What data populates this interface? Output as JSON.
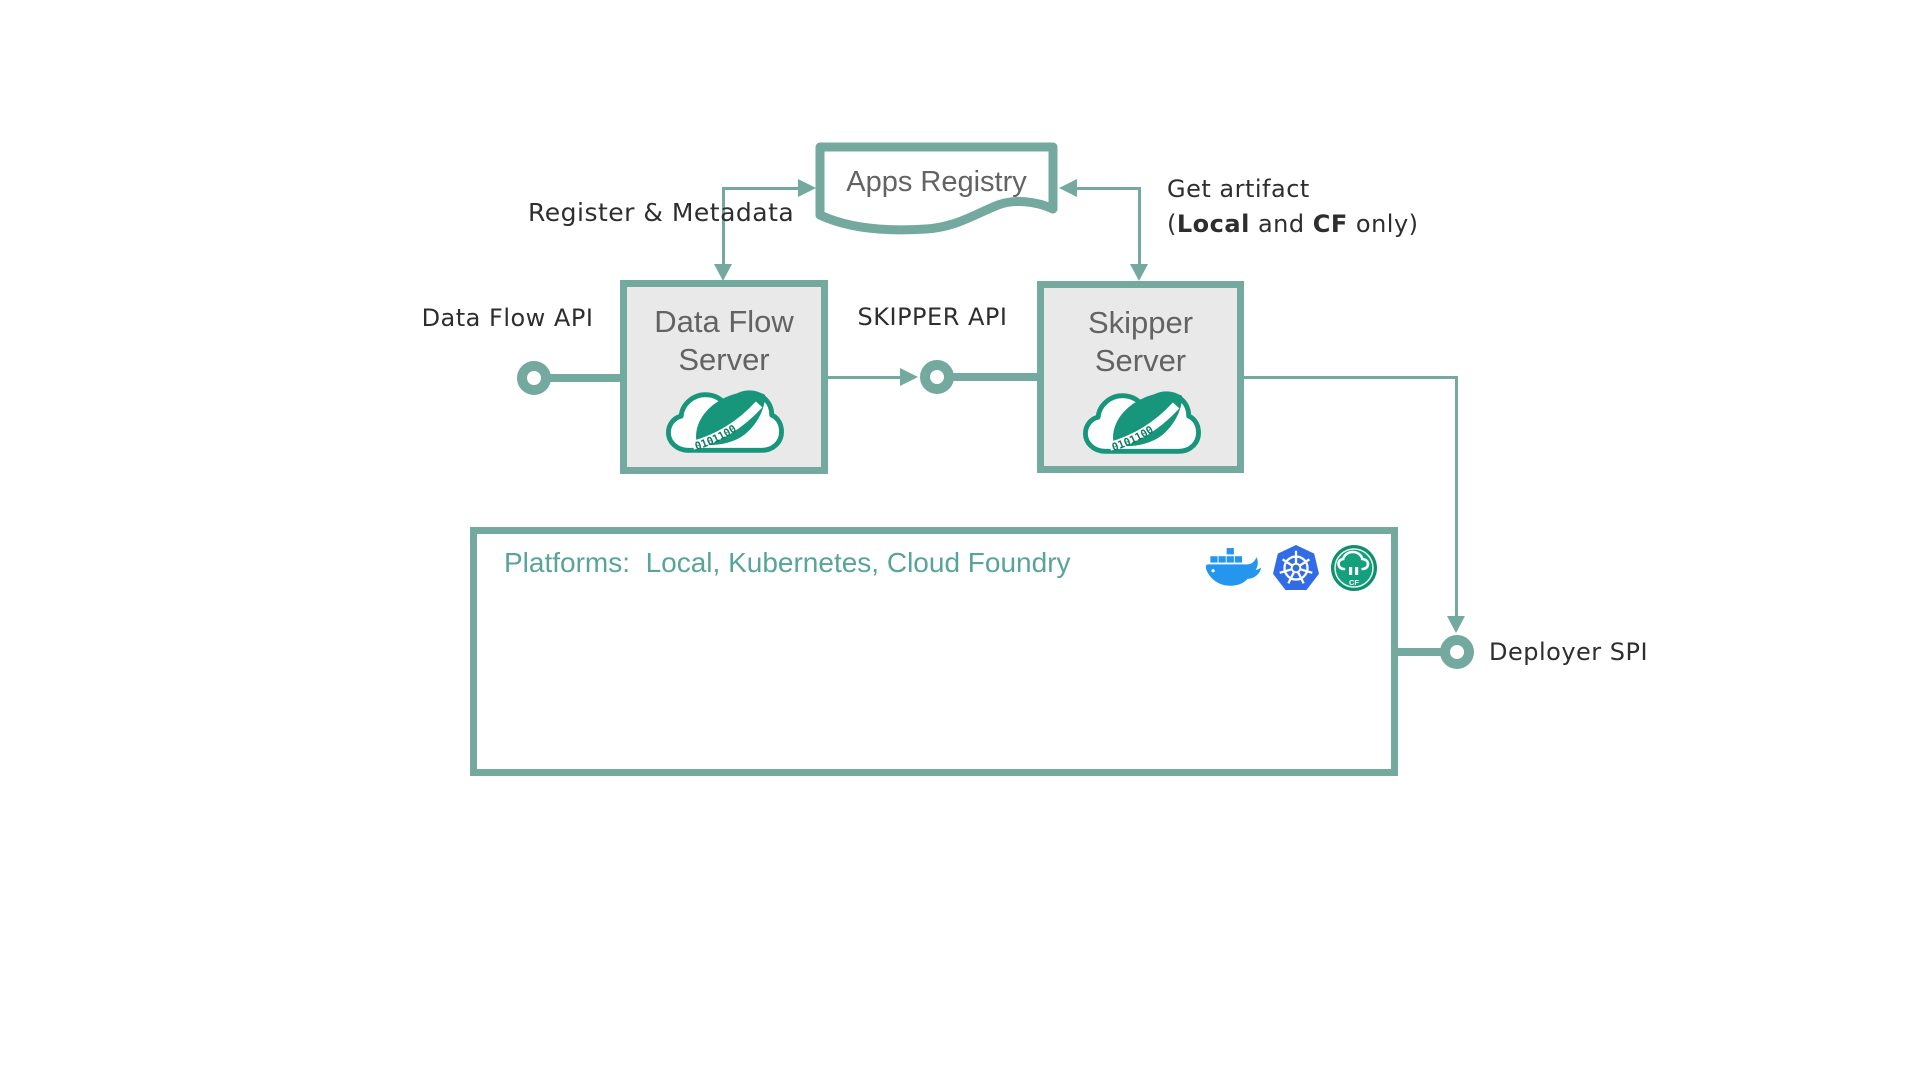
{
  "colors": {
    "teal_line": "#74a9a0",
    "teal_text": "#58a49b",
    "box_fill": "#e9e9e9",
    "box_title_gray": "#636363",
    "handwritten_ink": "#2e2e2e",
    "spring_green": "#17967b",
    "docker_blue": "#2496ed",
    "kubernetes_blue": "#326ce5",
    "cloud_foundry_green": "#0e8f6e",
    "background": "#ffffff"
  },
  "apps_registry": {
    "title": "Apps Registry"
  },
  "labels": {
    "register_metadata": "Register & Metadata",
    "get_artifact_line1": "Get artifact",
    "get_artifact_open": "(",
    "get_artifact_local": "Local",
    "get_artifact_and": " and ",
    "get_artifact_cf": "CF",
    "get_artifact_close": " only)",
    "data_flow_api": "Data Flow API",
    "skipper_api": "SKIPPER API",
    "deployer_spi": "Deployer SPI"
  },
  "data_flow_server": {
    "title_line1": "Data Flow",
    "title_line2": "Server",
    "logo": "spring-cloud-logo",
    "logo_digits": "0101100"
  },
  "skipper_server": {
    "title_line1": "Skipper",
    "title_line2": "Server",
    "logo": "spring-cloud-logo",
    "logo_digits": "0101100"
  },
  "platforms": {
    "label": "Platforms:",
    "value": "Local, Kubernetes, Cloud Foundry",
    "icons": [
      "docker",
      "kubernetes",
      "cloud-foundry"
    ],
    "cf_badge": "CF"
  }
}
